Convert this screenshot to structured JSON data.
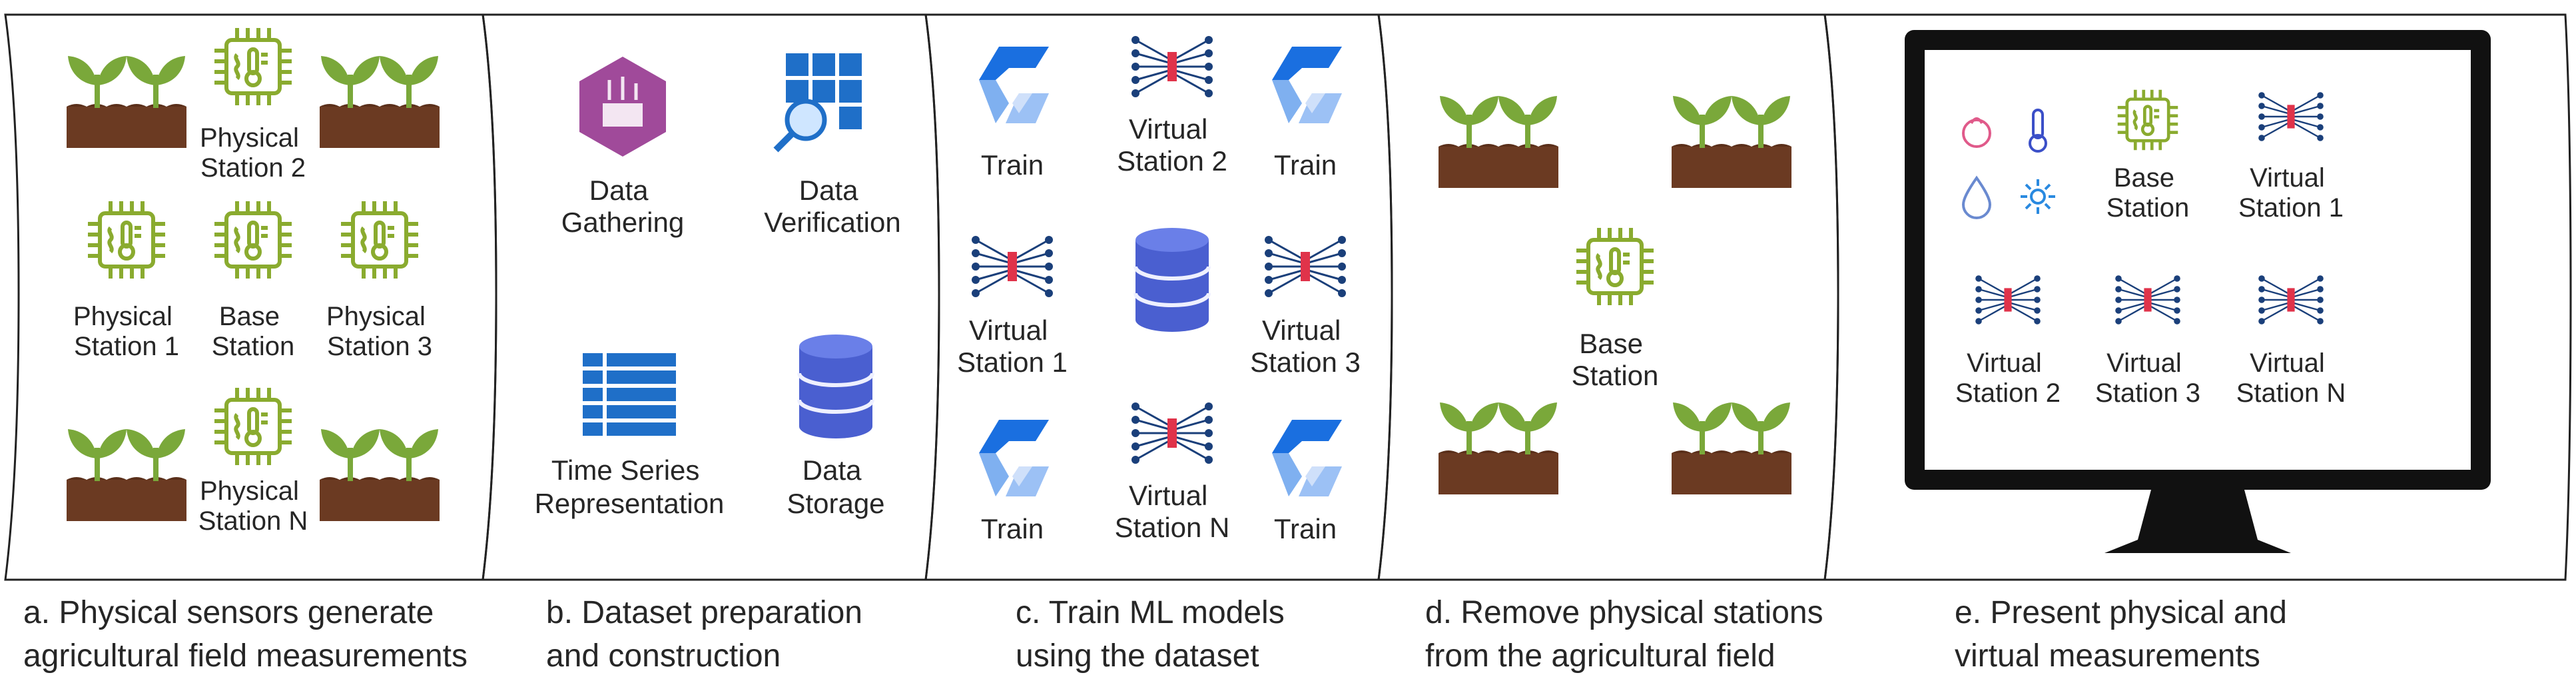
{
  "panels": [
    {
      "id": "a",
      "caption": [
        "a. Physical sensors generate",
        "agricultural field measurements"
      ],
      "station_labels": {
        "physical_2": [
          "Physical",
          "Station 2"
        ],
        "physical_1": [
          "Physical",
          "Station 1"
        ],
        "base": [
          "Base",
          "Station"
        ],
        "physical_3": [
          "Physical",
          "Station 3"
        ],
        "physical_n": [
          "Physical",
          "Station N"
        ]
      }
    },
    {
      "id": "b",
      "caption": [
        "b. Dataset preparation",
        "and construction"
      ],
      "steps": {
        "gathering": [
          "Data",
          "Gathering"
        ],
        "verification": [
          "Data",
          "Verification"
        ],
        "representation": [
          "Time Series",
          "Representation"
        ],
        "storage": [
          "Data",
          "Storage"
        ]
      }
    },
    {
      "id": "c",
      "caption": [
        "c. Train ML models",
        "using the dataset"
      ],
      "train_label": "Train",
      "virtual_labels": {
        "v2": [
          "Virtual",
          "Station 2"
        ],
        "v1": [
          "Virtual",
          "Station 1"
        ],
        "v3": [
          "Virtual",
          "Station 3"
        ],
        "vn": [
          "Virtual",
          "Station N"
        ]
      }
    },
    {
      "id": "d",
      "caption": [
        "d. Remove physical stations",
        "from the agricultural field"
      ],
      "base_label": [
        "Base",
        "Station"
      ]
    },
    {
      "id": "e",
      "caption": [
        "e. Present physical and",
        "virtual measurements"
      ],
      "screen_labels": {
        "base": [
          "Base",
          "Station"
        ],
        "v1": [
          "Virtual",
          "Station 1"
        ],
        "v2": [
          "Virtual",
          "Station 2"
        ],
        "v3": [
          "Virtual",
          "Station 3"
        ],
        "vn": [
          "Virtual",
          "Station N"
        ]
      }
    }
  ],
  "colors": {
    "plant_leaf": "#7aa83a",
    "soil": "#6b3a22",
    "chip": "#8aab2f",
    "hex_purple": "#a04a9a",
    "grid_blue": "#1f6fc8",
    "db_blue": "#4a5fd0",
    "train_blue": "#1a6fe0",
    "nn_blue": "#1a3f7a",
    "nn_red": "#e0334a",
    "monitor": "#111111"
  },
  "icons": [
    "plant-soil-icon",
    "sensor-chip-icon",
    "hexagon-gathering-icon",
    "grid-magnifier-icon",
    "table-grid-icon",
    "database-icon",
    "train-loop-icon",
    "neural-network-icon",
    "monitor-icon",
    "humidity-icon",
    "thermometer-icon",
    "water-drop-icon",
    "sun-icon"
  ]
}
